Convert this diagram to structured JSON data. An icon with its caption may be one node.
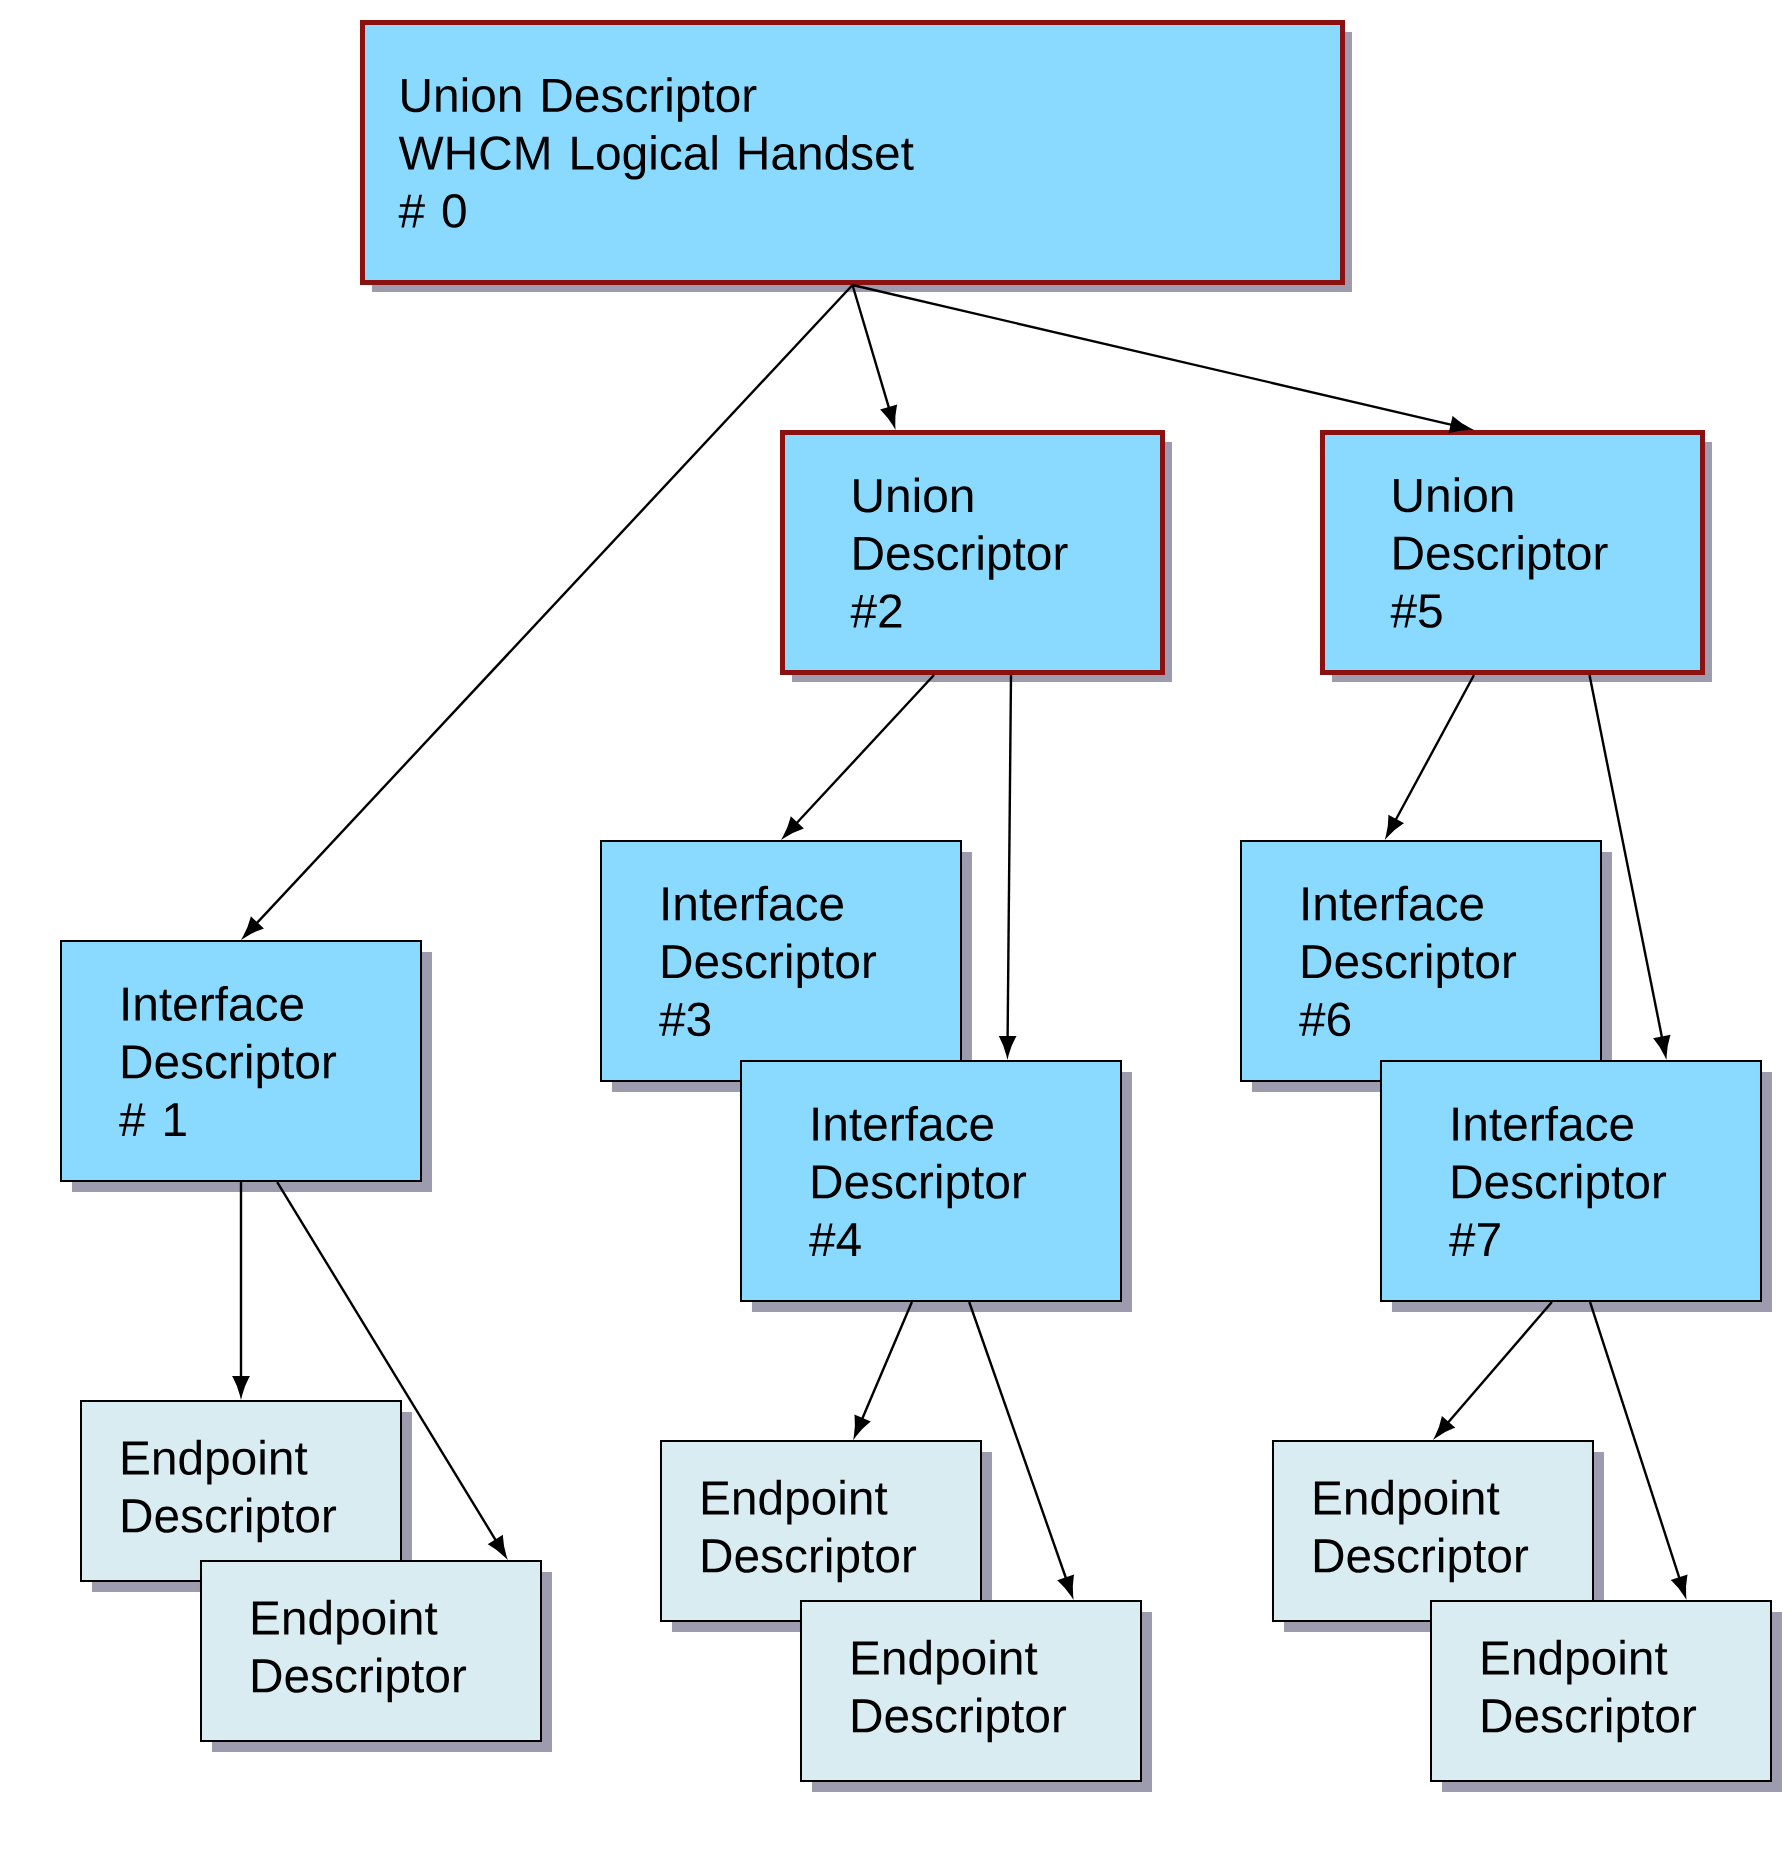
{
  "diagram": {
    "nodes": [
      {
        "text": [
          "Union Descriptor",
          "WHCM Logical Handset",
          "# 0"
        ]
      },
      {
        "text": [
          "Union Descriptor #2"
        ]
      },
      {
        "text": [
          "Union Descriptor #5"
        ]
      },
      {
        "text": [
          "Interface Descriptor # 1"
        ]
      },
      {
        "text": [
          "Interface Descriptor #3"
        ]
      },
      {
        "text": [
          "Interface Descriptor #4"
        ]
      },
      {
        "text": [
          "Interface Descriptor #6"
        ]
      },
      {
        "text": [
          "Interface Descriptor #7"
        ]
      },
      {
        "text": [
          "Endpoint Descriptor"
        ]
      },
      {
        "text": [
          "Endpoint Descriptor"
        ]
      },
      {
        "text": [
          "Endpoint Descriptor"
        ]
      },
      {
        "text": [
          "Endpoint Descriptor"
        ]
      },
      {
        "text": [
          "Endpoint Descriptor"
        ]
      },
      {
        "text": [
          "Endpoint Descriptor"
        ]
      }
    ],
    "edges": [
      {
        "from": 0,
        "to": 3,
        "arrow": "to"
      },
      {
        "from": 0,
        "to": 1,
        "arrow": "to"
      },
      {
        "from": 0,
        "to": 2,
        "arrow": "to"
      },
      {
        "from": 1,
        "to": 4,
        "arrow": "to"
      },
      {
        "from": 1,
        "to": 5,
        "arrow": "to"
      },
      {
        "from": 2,
        "to": 6,
        "arrow": "to"
      },
      {
        "from": 2,
        "to": 7,
        "arrow": "to"
      },
      {
        "from": 3,
        "to": 8,
        "arrow": "to"
      },
      {
        "from": 3,
        "to": 9,
        "arrow": "to"
      },
      {
        "from": 5,
        "to": 10,
        "arrow": "to"
      },
      {
        "from": 5,
        "to": 11,
        "arrow": "to"
      },
      {
        "from": 7,
        "to": 12,
        "arrow": "to"
      },
      {
        "from": 7,
        "to": 13,
        "arrow": "to"
      }
    ]
  }
}
